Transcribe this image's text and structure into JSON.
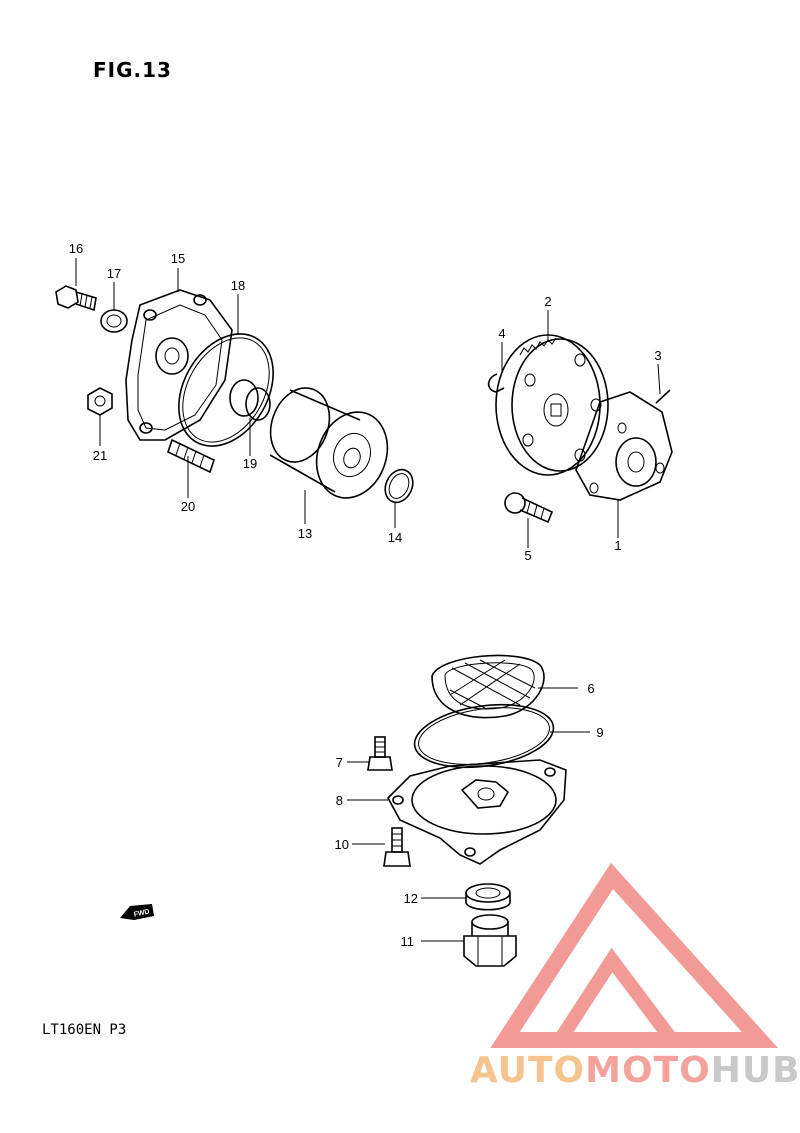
{
  "figure": {
    "title": "FIG.13",
    "model_code": "LT160EN P3"
  },
  "callouts": [
    {
      "id": "1",
      "text": "1"
    },
    {
      "id": "2",
      "text": "2"
    },
    {
      "id": "3",
      "text": "3"
    },
    {
      "id": "4",
      "text": "4"
    },
    {
      "id": "5",
      "text": "5"
    },
    {
      "id": "6",
      "text": "6"
    },
    {
      "id": "7",
      "text": "7"
    },
    {
      "id": "8",
      "text": "8"
    },
    {
      "id": "9",
      "text": "9"
    },
    {
      "id": "10",
      "text": "10"
    },
    {
      "id": "11",
      "text": "11"
    },
    {
      "id": "12",
      "text": "12"
    },
    {
      "id": "13",
      "text": "13"
    },
    {
      "id": "14",
      "text": "14"
    },
    {
      "id": "15",
      "text": "15"
    },
    {
      "id": "16",
      "text": "16"
    },
    {
      "id": "17",
      "text": "17"
    },
    {
      "id": "18",
      "text": "18"
    },
    {
      "id": "19",
      "text": "19"
    },
    {
      "id": "20",
      "text": "20"
    },
    {
      "id": "21",
      "text": "21"
    }
  ],
  "direction_marker": {
    "text": "FWD",
    "icon": "fwd-arrow-icon"
  },
  "watermark": {
    "parts": [
      "AUTO",
      "MOTO",
      "HUB"
    ],
    "colors": [
      "#f6c48f",
      "#f4a39c",
      "#c9c9c9"
    ],
    "logo_color": "#f08a84"
  }
}
